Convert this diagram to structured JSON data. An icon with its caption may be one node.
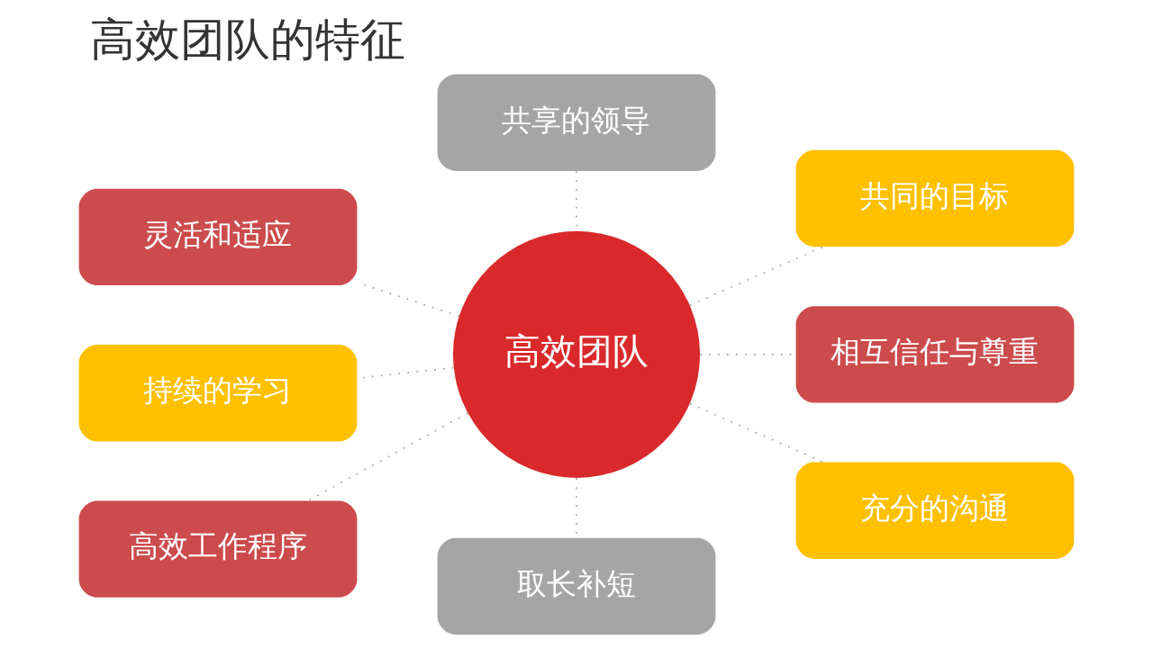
{
  "diagram": {
    "title": "高效团队的特征",
    "nodes": [
      {
        "text": [
          "共享的领导"
        ]
      },
      {
        "text": [
          "灵活和适应"
        ]
      },
      {
        "text": [
          "共同的目标"
        ]
      },
      {
        "text": [
          "持续的学习"
        ]
      },
      {
        "text": [
          "高效团队"
        ]
      },
      {
        "text": [
          "相互信任与尊重"
        ]
      },
      {
        "text": [
          "高效工作程序"
        ]
      },
      {
        "text": [
          "充分的沟通"
        ]
      },
      {
        "text": [
          "取长补短"
        ]
      }
    ],
    "edges": [
      {
        "from": 4,
        "to": 0,
        "arrow": "none",
        "style": "dashed"
      },
      {
        "from": 4,
        "to": 1,
        "arrow": "none",
        "style": "dashed"
      },
      {
        "from": 4,
        "to": 2,
        "arrow": "none",
        "style": "dashed"
      },
      {
        "from": 4,
        "to": 3,
        "arrow": "none",
        "style": "dashed"
      },
      {
        "from": 4,
        "to": 5,
        "arrow": "none",
        "style": "dashed"
      },
      {
        "from": 4,
        "to": 6,
        "arrow": "none",
        "style": "dashed"
      },
      {
        "from": 4,
        "to": 7,
        "arrow": "none",
        "style": "dashed"
      },
      {
        "from": 4,
        "to": 8,
        "arrow": "none",
        "style": "dashed"
      }
    ]
  }
}
